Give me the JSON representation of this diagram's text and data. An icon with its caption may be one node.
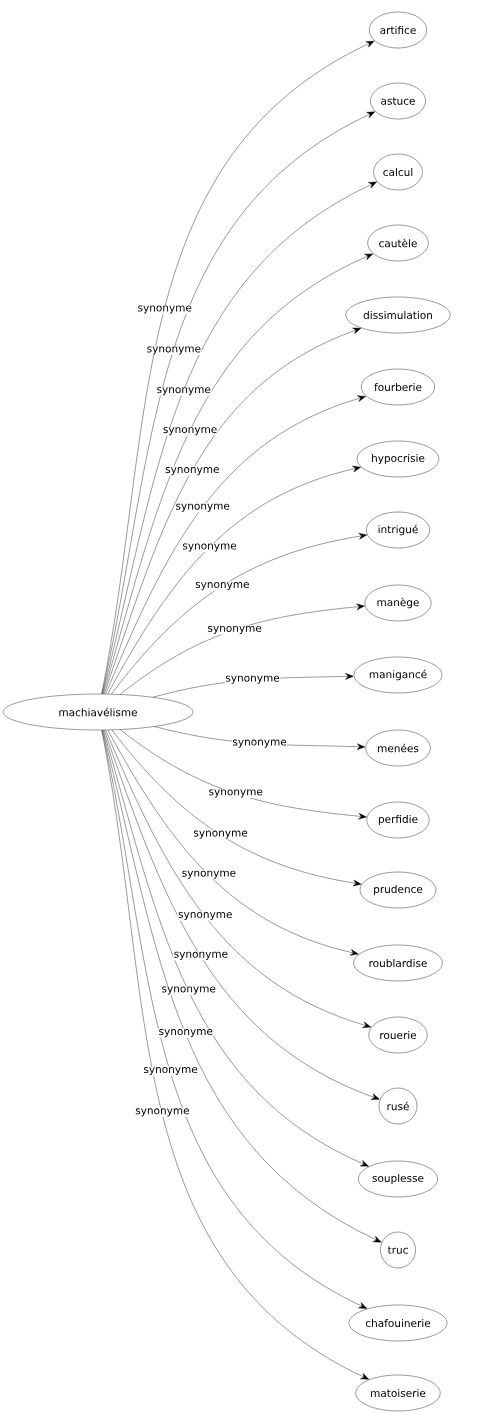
{
  "diagram": {
    "nodes": [
      {
        "text": [
          "machiavélisme"
        ]
      },
      {
        "text": [
          "artifice"
        ]
      },
      {
        "text": [
          "astuce"
        ]
      },
      {
        "text": [
          "calcul"
        ]
      },
      {
        "text": [
          "cautèle"
        ]
      },
      {
        "text": [
          "dissimulation"
        ]
      },
      {
        "text": [
          "fourberie"
        ]
      },
      {
        "text": [
          "hypocrisie"
        ]
      },
      {
        "text": [
          "intrigué"
        ]
      },
      {
        "text": [
          "manège"
        ]
      },
      {
        "text": [
          "manigancé"
        ]
      },
      {
        "text": [
          "menées"
        ]
      },
      {
        "text": [
          "perfidie"
        ]
      },
      {
        "text": [
          "prudence"
        ]
      },
      {
        "text": [
          "roublardise"
        ]
      },
      {
        "text": [
          "rouerie"
        ]
      },
      {
        "text": [
          "rusé"
        ]
      },
      {
        "text": [
          "souplesse"
        ]
      },
      {
        "text": [
          "truc"
        ]
      },
      {
        "text": [
          "chafouinerie"
        ]
      },
      {
        "text": [
          "matoiserie"
        ]
      }
    ],
    "edges": [
      {
        "from": 0,
        "to": 1,
        "arrow": "to",
        "label": "synonyme"
      },
      {
        "from": 0,
        "to": 2,
        "arrow": "to",
        "label": "synonyme"
      },
      {
        "from": 0,
        "to": 3,
        "arrow": "to",
        "label": "synonyme"
      },
      {
        "from": 0,
        "to": 4,
        "arrow": "to",
        "label": "synonyme"
      },
      {
        "from": 0,
        "to": 5,
        "arrow": "to",
        "label": "synonyme"
      },
      {
        "from": 0,
        "to": 6,
        "arrow": "to",
        "label": "synonyme"
      },
      {
        "from": 0,
        "to": 7,
        "arrow": "to",
        "label": "synonyme"
      },
      {
        "from": 0,
        "to": 8,
        "arrow": "to",
        "label": "synonyme"
      },
      {
        "from": 0,
        "to": 9,
        "arrow": "to",
        "label": "synonyme"
      },
      {
        "from": 0,
        "to": 10,
        "arrow": "to",
        "label": "synonyme"
      },
      {
        "from": 0,
        "to": 11,
        "arrow": "to",
        "label": "synonyme"
      },
      {
        "from": 0,
        "to": 12,
        "arrow": "to",
        "label": "synonyme"
      },
      {
        "from": 0,
        "to": 13,
        "arrow": "to",
        "label": "synonyme"
      },
      {
        "from": 0,
        "to": 14,
        "arrow": "to",
        "label": "synonyme"
      },
      {
        "from": 0,
        "to": 15,
        "arrow": "to",
        "label": "synonyme"
      },
      {
        "from": 0,
        "to": 16,
        "arrow": "to",
        "label": "synonyme"
      },
      {
        "from": 0,
        "to": 17,
        "arrow": "to",
        "label": "synonyme"
      },
      {
        "from": 0,
        "to": 18,
        "arrow": "to",
        "label": "synonyme"
      },
      {
        "from": 0,
        "to": 19,
        "arrow": "to",
        "label": "synonyme"
      },
      {
        "from": 0,
        "to": 20,
        "arrow": "to",
        "label": "synonyme"
      }
    ]
  }
}
